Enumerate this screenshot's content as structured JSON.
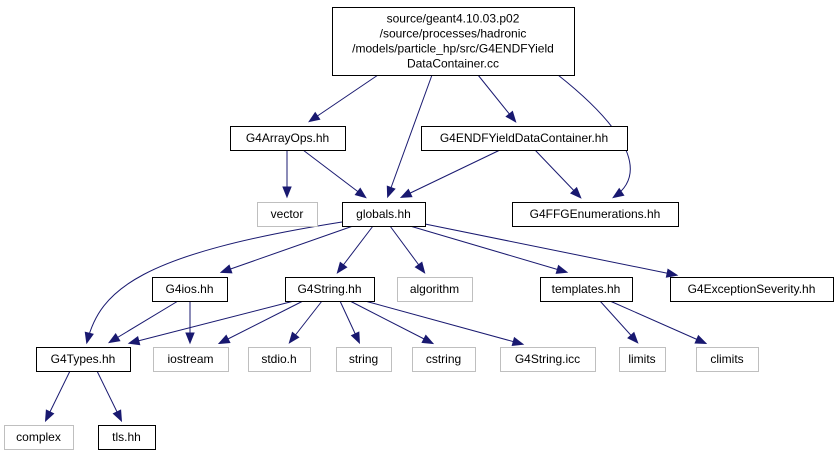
{
  "colors": {
    "edge": "#191970",
    "node_border": "#000000",
    "missing_border": "#bfbfbf",
    "root_fill": "#bfbfbf"
  },
  "nodes": [
    {
      "id": "root",
      "lines": [
        "source/geant4.10.03.p02",
        "/source/processes/hadronic",
        "/models/particle_hp/src/G4ENDFYield",
        "DataContainer.cc"
      ],
      "kind": "root"
    },
    {
      "id": "g4arrayops",
      "lines": [
        "G4ArrayOps.hh"
      ],
      "kind": "file"
    },
    {
      "id": "g4endfyield",
      "lines": [
        "G4ENDFYieldDataContainer.hh"
      ],
      "kind": "file"
    },
    {
      "id": "vector",
      "lines": [
        "vector"
      ],
      "kind": "missing"
    },
    {
      "id": "globals",
      "lines": [
        "globals.hh"
      ],
      "kind": "file"
    },
    {
      "id": "g4ffg",
      "lines": [
        "G4FFGEnumerations.hh"
      ],
      "kind": "file"
    },
    {
      "id": "g4ios",
      "lines": [
        "G4ios.hh"
      ],
      "kind": "file"
    },
    {
      "id": "g4string",
      "lines": [
        "G4String.hh"
      ],
      "kind": "file"
    },
    {
      "id": "algorithm",
      "lines": [
        "algorithm"
      ],
      "kind": "missing"
    },
    {
      "id": "templates",
      "lines": [
        "templates.hh"
      ],
      "kind": "file"
    },
    {
      "id": "g4exception",
      "lines": [
        "G4ExceptionSeverity.hh"
      ],
      "kind": "file"
    },
    {
      "id": "g4types",
      "lines": [
        "G4Types.hh"
      ],
      "kind": "file"
    },
    {
      "id": "iostream",
      "lines": [
        "iostream"
      ],
      "kind": "missing"
    },
    {
      "id": "stdio",
      "lines": [
        "stdio.h"
      ],
      "kind": "missing"
    },
    {
      "id": "string",
      "lines": [
        "string"
      ],
      "kind": "missing"
    },
    {
      "id": "cstring",
      "lines": [
        "cstring"
      ],
      "kind": "missing"
    },
    {
      "id": "g4stringicc",
      "lines": [
        "G4String.icc"
      ],
      "kind": "missing"
    },
    {
      "id": "limits",
      "lines": [
        "limits"
      ],
      "kind": "missing"
    },
    {
      "id": "climits",
      "lines": [
        "climits"
      ],
      "kind": "missing"
    },
    {
      "id": "complex",
      "lines": [
        "complex"
      ],
      "kind": "missing"
    },
    {
      "id": "tls",
      "lines": [
        "tls.hh"
      ],
      "kind": "file"
    }
  ],
  "edges": [
    {
      "from": "root",
      "to": "g4arrayops"
    },
    {
      "from": "root",
      "to": "globals"
    },
    {
      "from": "root",
      "to": "g4endfyield"
    },
    {
      "from": "root",
      "to": "g4ffg"
    },
    {
      "from": "g4arrayops",
      "to": "vector"
    },
    {
      "from": "g4arrayops",
      "to": "globals"
    },
    {
      "from": "g4endfyield",
      "to": "globals"
    },
    {
      "from": "g4endfyield",
      "to": "g4ffg"
    },
    {
      "from": "globals",
      "to": "g4ios"
    },
    {
      "from": "globals",
      "to": "g4string"
    },
    {
      "from": "globals",
      "to": "algorithm"
    },
    {
      "from": "globals",
      "to": "templates"
    },
    {
      "from": "globals",
      "to": "g4exception"
    },
    {
      "from": "globals",
      "to": "g4types"
    },
    {
      "from": "g4ios",
      "to": "g4types"
    },
    {
      "from": "g4ios",
      "to": "iostream"
    },
    {
      "from": "g4string",
      "to": "g4types"
    },
    {
      "from": "g4string",
      "to": "iostream"
    },
    {
      "from": "g4string",
      "to": "stdio"
    },
    {
      "from": "g4string",
      "to": "string"
    },
    {
      "from": "g4string",
      "to": "cstring"
    },
    {
      "from": "g4string",
      "to": "g4stringicc"
    },
    {
      "from": "templates",
      "to": "limits"
    },
    {
      "from": "templates",
      "to": "climits"
    },
    {
      "from": "g4types",
      "to": "complex"
    },
    {
      "from": "g4types",
      "to": "tls"
    }
  ]
}
